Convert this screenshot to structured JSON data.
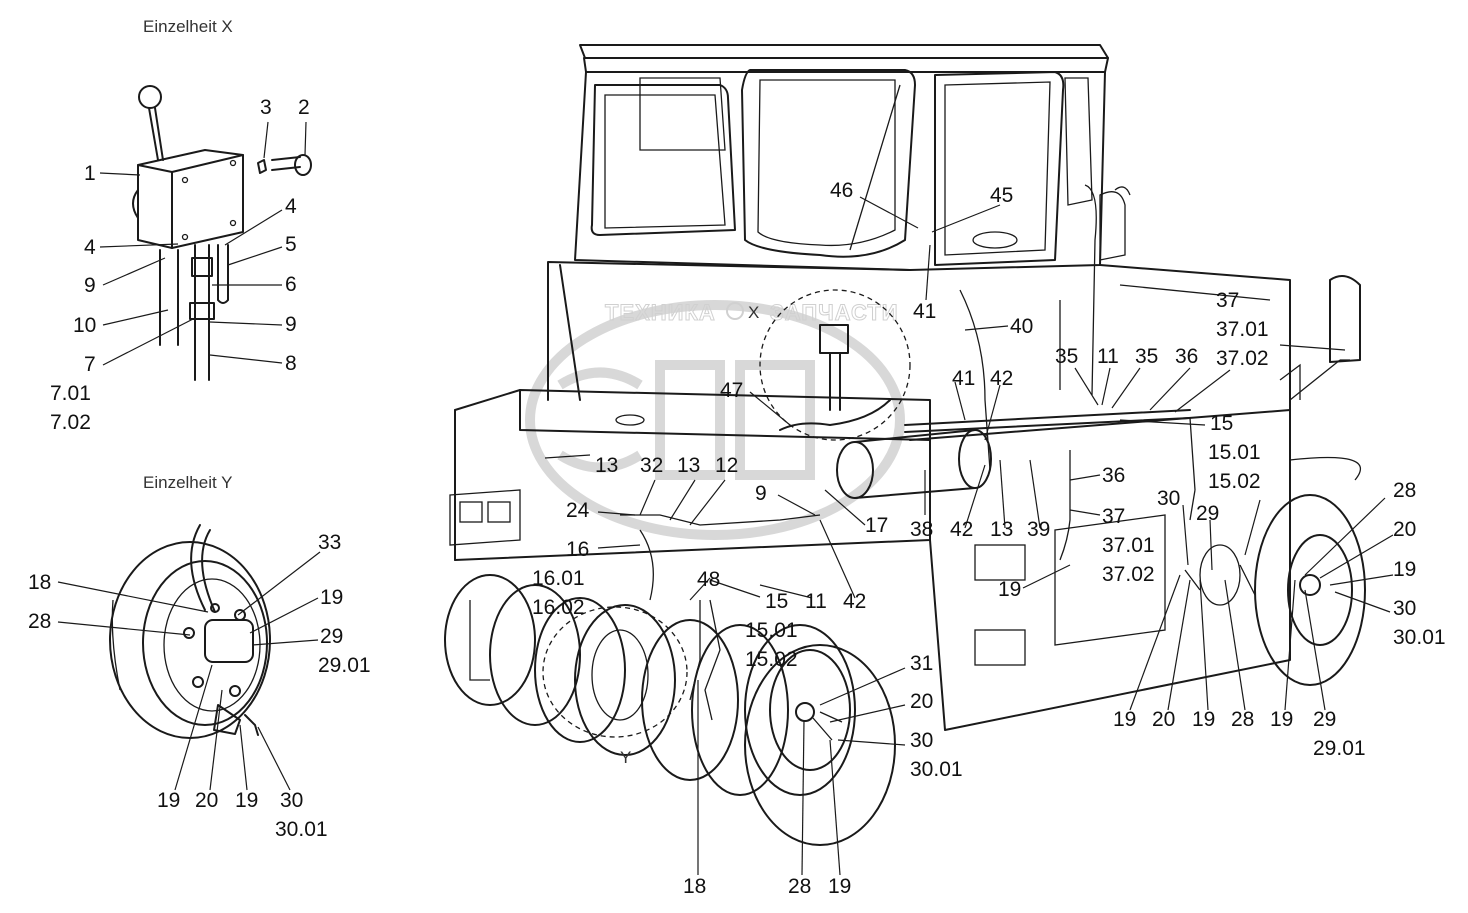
{
  "detail_x": {
    "title": "Einzelheit X",
    "labels": [
      "1",
      "2",
      "3",
      "4",
      "4",
      "5",
      "6",
      "9",
      "9",
      "10",
      "7",
      "7.01",
      "7.02",
      "8"
    ]
  },
  "detail_y": {
    "title": "Einzelheit Y",
    "labels": [
      "18",
      "28",
      "33",
      "19",
      "29",
      "29.01",
      "19",
      "20",
      "19",
      "30",
      "30.01"
    ]
  },
  "main_view": {
    "labels": [
      "46",
      "45",
      "41",
      "40",
      "41",
      "42",
      "35",
      "11",
      "35",
      "36",
      "37",
      "37.01",
      "37.02",
      "47",
      "15",
      "15.01",
      "15.02",
      "13",
      "32",
      "13",
      "12",
      "9",
      "17",
      "38",
      "42",
      "13",
      "39",
      "36",
      "30",
      "29",
      "37",
      "37.01",
      "37.02",
      "28",
      "20",
      "19",
      "30",
      "30.01",
      "24",
      "16",
      "16.01",
      "16.02",
      "48",
      "15",
      "11",
      "42",
      "15.01",
      "15.02",
      "19",
      "31",
      "20",
      "30",
      "30.01",
      "19",
      "20",
      "19",
      "28",
      "19",
      "29",
      "29.01",
      "18",
      "28",
      "19"
    ],
    "y_marker": "Y",
    "x_marker": "X"
  },
  "watermark": {
    "left": "ТЕХНИКА",
    "right": "ЗАПЧАСТИ",
    "big": "ЭПС"
  }
}
